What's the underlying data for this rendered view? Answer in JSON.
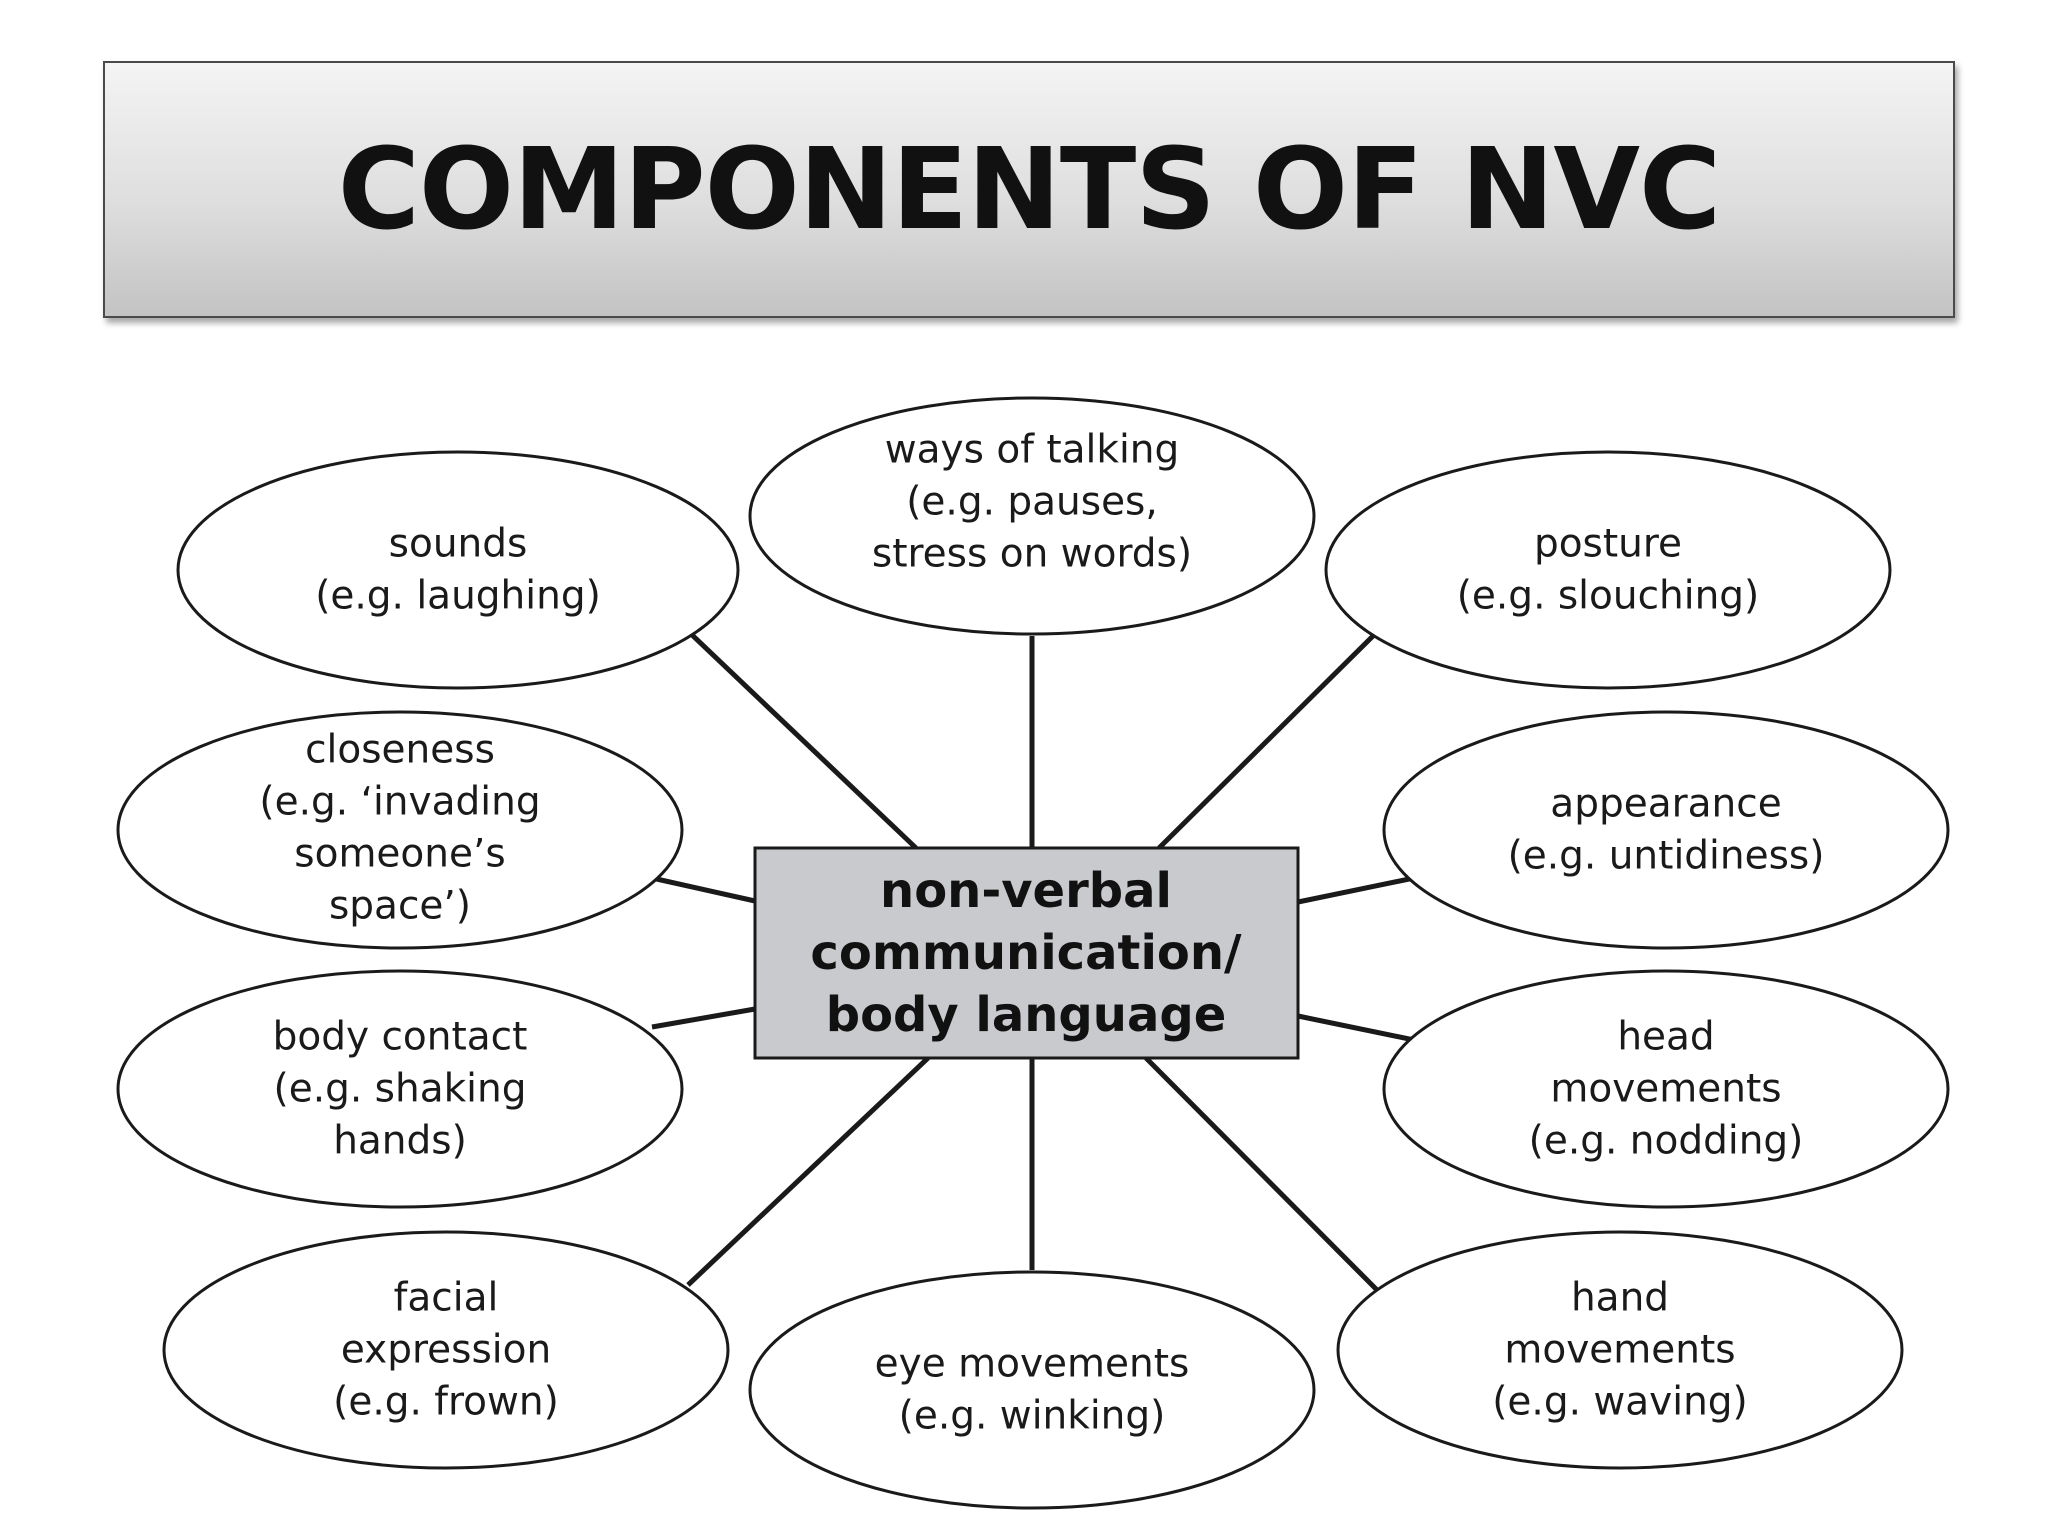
{
  "title": "COMPONENTS OF NVC",
  "center": {
    "lines": [
      "non-verbal",
      "communication/",
      "body language"
    ]
  },
  "nodes": [
    {
      "id": "ways-of-talking",
      "lines": [
        "ways of talking",
        "(e.g. pauses,",
        "stress on words)"
      ]
    },
    {
      "id": "sounds",
      "lines": [
        "sounds",
        "(e.g. laughing)"
      ]
    },
    {
      "id": "posture",
      "lines": [
        "posture",
        "(e.g. slouching)"
      ]
    },
    {
      "id": "closeness",
      "lines": [
        "closeness",
        "(e.g. ‘invading",
        "someone’s",
        "space’)"
      ]
    },
    {
      "id": "appearance",
      "lines": [
        "appearance",
        "(e.g. untidiness)"
      ]
    },
    {
      "id": "body-contact",
      "lines": [
        "body contact",
        "(e.g. shaking",
        "hands)"
      ]
    },
    {
      "id": "head-movements",
      "lines": [
        "head",
        "movements",
        "(e.g. nodding)"
      ]
    },
    {
      "id": "facial-expression",
      "lines": [
        "facial",
        "expression",
        "(e.g. frown)"
      ]
    },
    {
      "id": "eye-movements",
      "lines": [
        "eye movements",
        "(e.g. winking)"
      ]
    },
    {
      "id": "hand-movements",
      "lines": [
        "hand",
        "movements",
        "(e.g. waving)"
      ]
    }
  ],
  "colors": {
    "center_fill": "#c9cacd",
    "stroke": "#1a1a1a"
  }
}
